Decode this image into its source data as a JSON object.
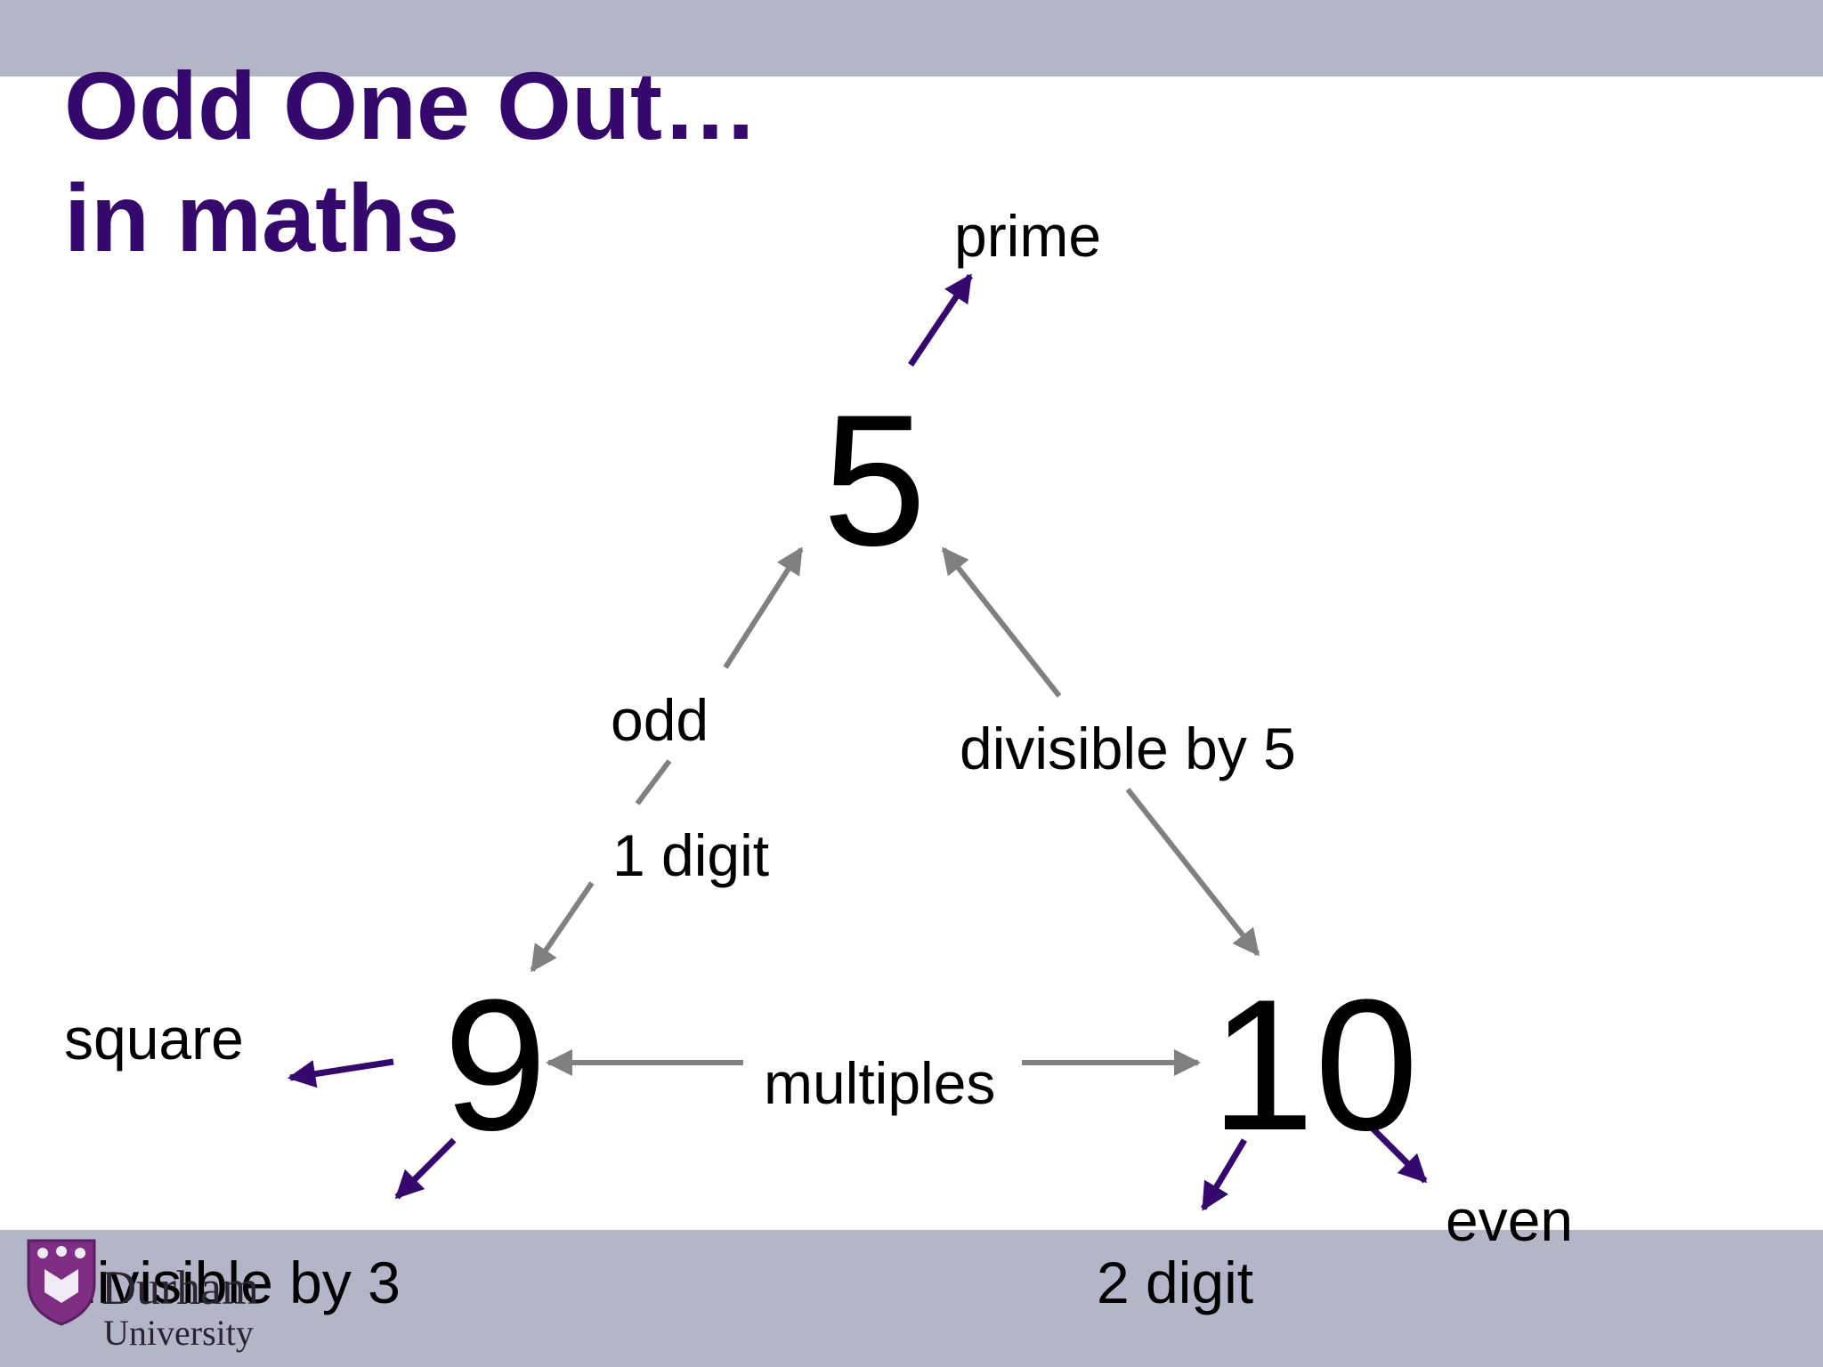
{
  "title": {
    "line1": "Odd One Out…",
    "line2": "in maths"
  },
  "numbers": {
    "top": "5",
    "left": "9",
    "right": "10"
  },
  "labels": {
    "prime": "prime",
    "odd": "odd",
    "one_digit": "1 digit",
    "divisible_by_5": "divisible by 5",
    "multiples": "multiples",
    "square": "square",
    "divisible_by_3": "divisible by 3",
    "two_digit": "2 digit",
    "even": "even"
  },
  "logo": {
    "name": "Durham",
    "sub": "University"
  },
  "colors": {
    "band": "#b4b5c9",
    "title": "#35086b",
    "purple_arrow": "#35086b",
    "grey_arrow": "#808080"
  }
}
